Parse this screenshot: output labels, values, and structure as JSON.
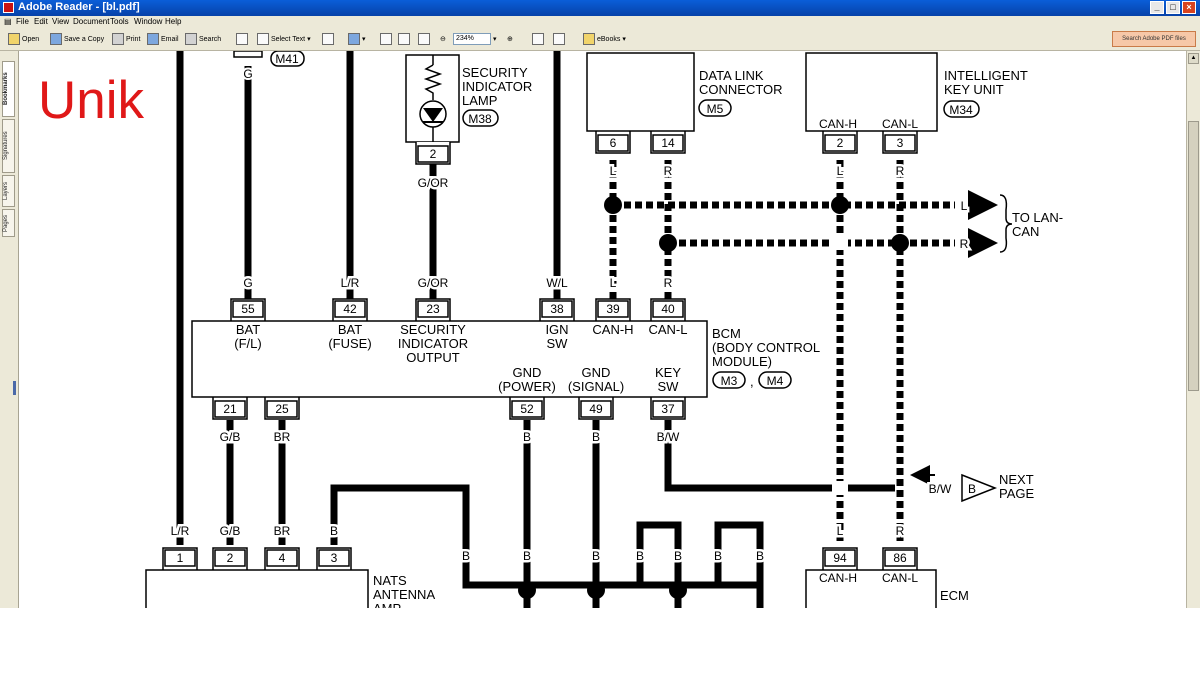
{
  "window": {
    "title": "Adobe Reader - [bl.pdf]"
  },
  "menu": [
    "File",
    "Edit",
    "View",
    "Document",
    "Tools",
    "Window",
    "Help"
  ],
  "toolbar": {
    "open": "Open",
    "save_copy": "Save a Copy",
    "print": "Print",
    "email": "Email",
    "search": "Search",
    "select_text": "Select Text",
    "zoom": "234%",
    "ebooks": "eBooks",
    "search_pdf": "Search Adobe PDF files"
  },
  "side_tabs": [
    "Bookmarks",
    "Signatures",
    "Layers",
    "Pages"
  ],
  "overlay_text": "Unik",
  "diagram": {
    "m41": "M41",
    "sec_lamp": [
      "SECURITY",
      "INDICATOR",
      "LAMP"
    ],
    "m38": "M38",
    "sec_pin": "2",
    "sec_wire": "G/OR",
    "dlc": [
      "DATA LINK",
      "CONNECTOR"
    ],
    "m5": "M5",
    "dlc_pins": [
      "6",
      "14"
    ],
    "iku": [
      "INTELLIGENT",
      "KEY UNIT"
    ],
    "m34": "M34",
    "iku_sig": [
      "CAN-H",
      "CAN-L"
    ],
    "iku_pins": [
      "2",
      "3"
    ],
    "wire_l": "L",
    "wire_r": "R",
    "to_lan": [
      "TO LAN-",
      "CAN"
    ],
    "top_g": "G",
    "bcm_wires_top": [
      "G",
      "L/R",
      "G/OR",
      "W/L",
      "L",
      "R"
    ],
    "bcm_pins_top": [
      "55",
      "42",
      "23",
      "38",
      "39",
      "40"
    ],
    "bcm_sigs": [
      [
        "BAT",
        "(F/L)"
      ],
      [
        "BAT",
        "(FUSE)"
      ],
      [
        "SECURITY",
        "INDICATOR",
        "OUTPUT"
      ],
      [
        "IGN",
        "SW"
      ],
      [
        "CAN-H"
      ],
      [
        "CAN-L"
      ]
    ],
    "bcm_name": [
      "BCM",
      "(BODY CONTROL",
      "MODULE)"
    ],
    "m3": "M3",
    "comma": ",",
    "m4": "M4",
    "bcm_sigs_bottom": [
      [
        "GND",
        "(POWER)"
      ],
      [
        "GND",
        "(SIGNAL)"
      ],
      [
        "KEY",
        "SW"
      ]
    ],
    "bcm_pins_bottom": [
      "21",
      "25",
      "52",
      "49",
      "37"
    ],
    "bcm_wires_bottom": [
      "G/B",
      "BR",
      "B",
      "B",
      "B/W"
    ],
    "next_page_wire": "B/W",
    "next_page_badge": "B",
    "next_page": [
      "NEXT",
      "PAGE"
    ],
    "nats_wires": [
      "L/R",
      "G/B",
      "BR",
      "B"
    ],
    "nats_pins": [
      "1",
      "2",
      "4",
      "3"
    ],
    "nats_name": [
      "NATS",
      "ANTENNA",
      "AMP."
    ],
    "gnd_b": "B",
    "ecm_wires": [
      "L",
      "R"
    ],
    "ecm_pins": [
      "94",
      "86"
    ],
    "ecm_sigs": [
      "CAN-H",
      "CAN-L"
    ],
    "ecm_name": "ECM"
  }
}
